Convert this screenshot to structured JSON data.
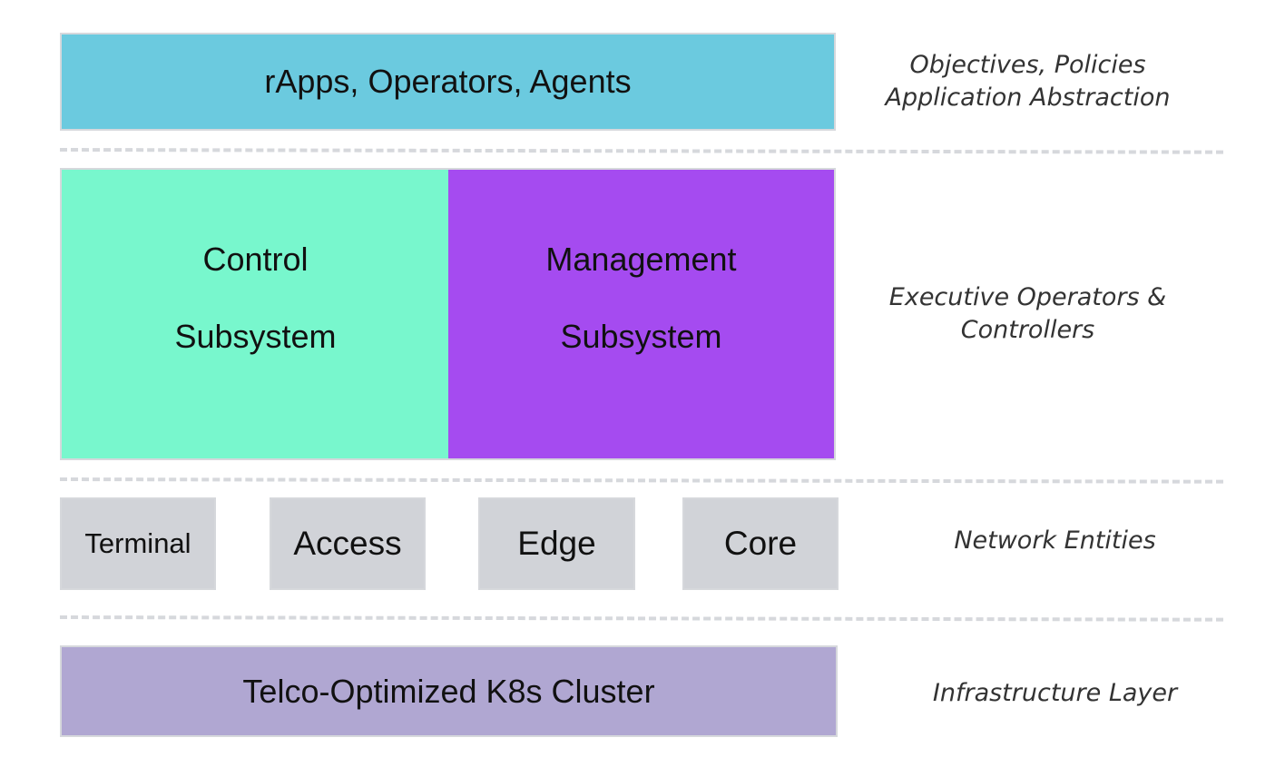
{
  "layers": {
    "apps": {
      "label": "rApps, Operators, Agents",
      "color": "#6bcadf"
    },
    "control": {
      "line1": "Control",
      "line2": "Subsystem",
      "color": "#78f7cd"
    },
    "management": {
      "line1": "Management",
      "line2": "Subsystem",
      "color": "#a54bf0"
    },
    "entities": [
      {
        "label": "Terminal"
      },
      {
        "label": "Access"
      },
      {
        "label": "Edge"
      },
      {
        "label": "Core"
      }
    ],
    "infra": {
      "label": "Telco-Optimized K8s Cluster",
      "color": "#b0a7d2"
    }
  },
  "descriptions": {
    "apps": [
      "Objectives, Policies",
      "Application Abstraction"
    ],
    "executive": [
      "Executive Operators &",
      "Controllers"
    ],
    "network": "Network Entities",
    "infrastructure": "Infrastructure Layer"
  }
}
